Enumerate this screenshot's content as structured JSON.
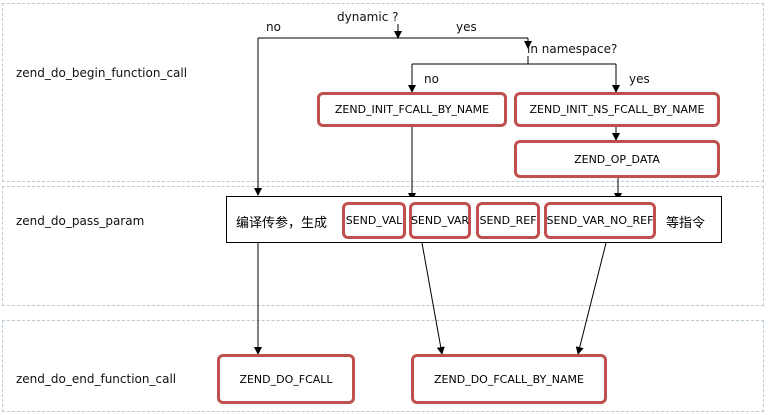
{
  "lanes": [
    {
      "label": "zend_do_begin_function_call"
    },
    {
      "label": "zend_do_pass_param"
    },
    {
      "label": "zend_do_end_function_call"
    }
  ],
  "decisions": {
    "dynamic": "dynamic ?",
    "dynamic_no": "no",
    "dynamic_yes": "yes",
    "namespace": "in namespace?",
    "namespace_no": "no",
    "namespace_yes": "yes"
  },
  "opcodes": {
    "init_fcall_by_name": "ZEND_INIT_FCALL_BY_NAME",
    "init_ns_fcall_by_name": "ZEND_INIT_NS_FCALL_BY_NAME",
    "op_data": "ZEND_OP_DATA",
    "do_fcall": "ZEND_DO_FCALL",
    "do_fcall_by_name": "ZEND_DO_FCALL_BY_NAME"
  },
  "pass_param": {
    "prefix": "编译传参，生成",
    "suffix": "等指令",
    "send_ops": [
      "SEND_VAL",
      "SEND_VAR",
      "SEND_REF",
      "SEND_VAR_NO_REF"
    ]
  },
  "colors": {
    "box_border": "#c0504d",
    "lane_border": "#b9c9d6",
    "line": "#000000"
  }
}
